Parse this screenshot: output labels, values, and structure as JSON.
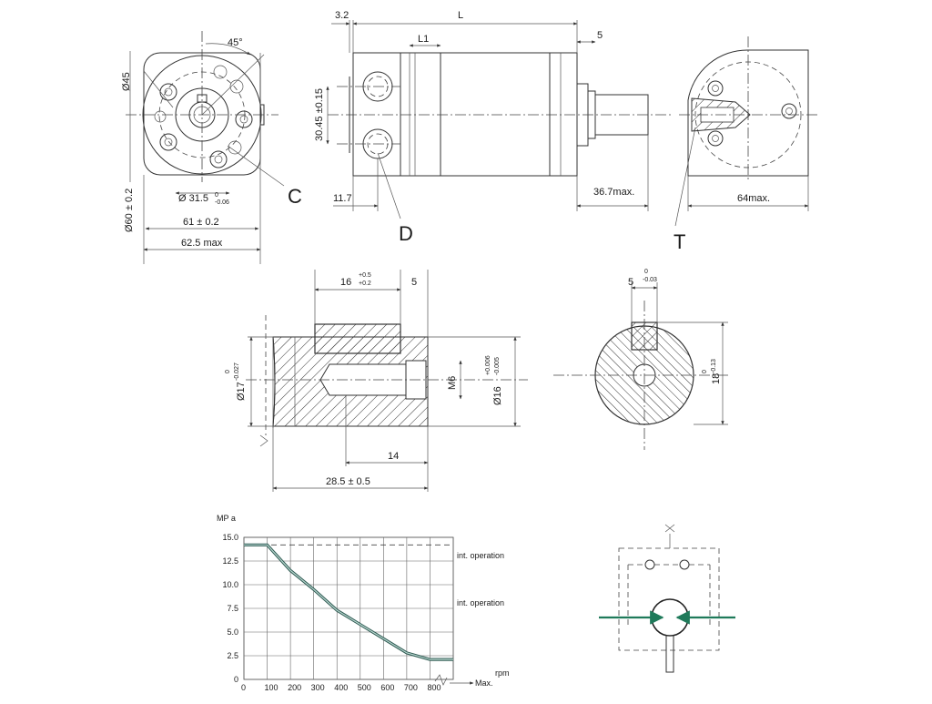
{
  "dims": {
    "d45": "Ø45",
    "angle45": "45°",
    "d60": "Ø60 ± 0.2",
    "d31": "Ø 31.5",
    "d31_tol_top": "0",
    "d31_tol_bot": "-0.06",
    "d61": "61 ± 0.2",
    "d62": "62.5 max",
    "v32": "3.2",
    "vL": "L",
    "vL1": "L1",
    "v5": "5",
    "v3045": "30.45 ±0.15",
    "v117": "11.7",
    "v367": "36.7max.",
    "v64": "64max.",
    "s16": "16",
    "s16_top": "+0.5",
    "s16_bot": "+0.2",
    "s5": "5",
    "sd17": "Ø17",
    "sd17_top": "0",
    "sd17_bot": "-0.027",
    "sM6": "M6",
    "sd16": "Ø16",
    "sd16_top": "+0.006",
    "sd16_bot": "-0.005",
    "s14": "14",
    "s285": "28.5 ± 0.5",
    "k5": "5",
    "k5_top": "0",
    "k5_bot": "-0.03",
    "k18": "18",
    "k18_top": "0",
    "k18_bot": "-0.13"
  },
  "labels": {
    "C": "C",
    "D": "D",
    "T": "T"
  },
  "chart_data": {
    "type": "line",
    "ylabel": "MP a",
    "xlabel": "rpm",
    "x_max_label": "Max.",
    "xlim": [
      0,
      900
    ],
    "ylim": [
      0,
      15
    ],
    "xticks": [
      0,
      100,
      200,
      300,
      400,
      500,
      600,
      700,
      800
    ],
    "yticks": [
      0,
      2.5,
      5.0,
      7.5,
      10.0,
      12.5,
      15.0
    ],
    "ytick_labels": [
      "0",
      "2.5",
      "5.0",
      "7.5",
      "10.0",
      "12.5",
      "15.0"
    ],
    "reference_line": {
      "y": 14.2,
      "style": "dashed"
    },
    "annotations": [
      "int. operation",
      "int. operation"
    ],
    "series": [
      {
        "x": [
          0,
          100,
          200,
          300,
          400,
          500,
          600,
          700,
          800,
          900
        ],
        "y": [
          14.2,
          14.2,
          11.5,
          9.5,
          7.3,
          5.8,
          4.3,
          2.8,
          2.1,
          2.1
        ]
      }
    ]
  }
}
